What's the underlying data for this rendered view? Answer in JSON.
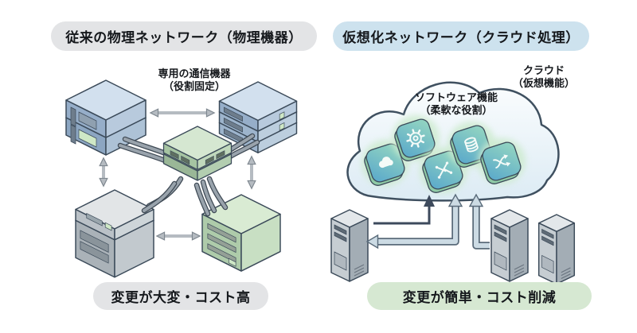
{
  "left_panel": {
    "title": "従来の物理ネットワーク（物理機器）",
    "device_label": {
      "line1": "専用の通信機器",
      "line2": "（役割固定）"
    },
    "caption": "変更が大変・コスト高",
    "devices": [
      "rack-stack-2u",
      "rack-stack-3u",
      "core-switch",
      "server-chassis",
      "server-cube"
    ],
    "arrow_icons": [
      "double-arrow-horizontal-top",
      "double-arrow-vertical-left",
      "double-arrow-vertical-right",
      "double-arrow-horizontal-bottom"
    ]
  },
  "right_panel": {
    "title": "仮想化ネットワーク（クラウド処理）",
    "cloud_label": {
      "line1": "クラウド",
      "line2": "（仮想機能）"
    },
    "software_label": {
      "line1": "ソフトウェア機能",
      "line2": "（柔軟な役割）"
    },
    "caption": "変更が簡単・コスト削減",
    "function_icons": [
      "cloud-icon",
      "gear-icon",
      "switch-icon",
      "database-icon",
      "shuffle-icon"
    ],
    "servers": [
      "tower-server",
      "tower-server",
      "tower-server"
    ],
    "arrow_icons": [
      "elbow-arrow-up-dark",
      "elbow-arrow-up-left-light",
      "elbow-arrow-up-light"
    ]
  },
  "colors": {
    "left_badge_bg": "#e3e4e6",
    "right_title_bg": "#cde2ee",
    "right_caption_bg": "#d6e8d2",
    "device_blue": "#b8cadd",
    "device_green": "#c8dfc3",
    "device_gray": "#ced5d9",
    "cloud_fill": "#edf4f9",
    "outline": "#3b4a59",
    "tile_gradient_top": "#97d8c0",
    "tile_gradient_bottom": "#58a7cb"
  }
}
